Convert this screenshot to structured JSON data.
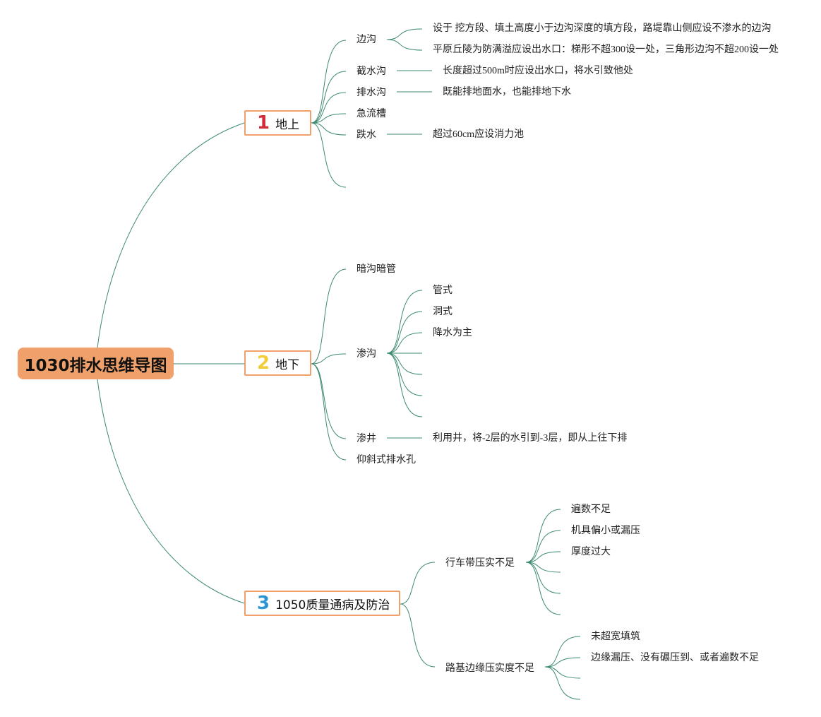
{
  "colors": {
    "root_fill": "#f0a06a",
    "branch_border": "#f0a06a",
    "link": "#3d8a72",
    "num1": "#d22b3a",
    "num2": "#f2cc3a",
    "num3": "#2d95d4"
  },
  "root": {
    "label": "1030排水思维导图"
  },
  "branches": [
    {
      "num": "1",
      "label": "地上",
      "children": [
        {
          "label": "边沟",
          "children": [
            {
              "label": "设于 挖方段、填土高度小于边沟深度的填方段，路堤靠山侧应设不渗水的边沟"
            },
            {
              "label": "平原丘陵为防满溢应设出水口：梯形不超300设一处，三角形边沟不超200设一处"
            }
          ]
        },
        {
          "label": "截水沟",
          "note": "长度超过500m时应设出水口，将水引致他处"
        },
        {
          "label": "排水沟",
          "note": "既能排地面水，也能排地下水"
        },
        {
          "label": "急流槽"
        },
        {
          "label": "跌水",
          "note": "超过60cm应设消力池"
        }
      ]
    },
    {
      "num": "2",
      "label": "地下",
      "children": [
        {
          "label": "暗沟暗管"
        },
        {
          "label": "渗沟",
          "children": [
            {
              "label": "管式"
            },
            {
              "label": "洞式"
            },
            {
              "label": "降水为主"
            }
          ]
        },
        {
          "label": "渗井",
          "note": "利用井，将-2层的水引到-3层，即从上往下排"
        },
        {
          "label": "仰斜式排水孔"
        }
      ]
    },
    {
      "num": "3",
      "label": "1050质量通病及防治",
      "children": [
        {
          "label": "行车带压实不足",
          "children": [
            {
              "label": "遍数不足"
            },
            {
              "label": "机具偏小或漏压"
            },
            {
              "label": "厚度过大"
            }
          ]
        },
        {
          "label": "路基边缘压实度不足",
          "children": [
            {
              "label": "未超宽填筑"
            },
            {
              "label": "边缘漏压、没有碾压到、或者遍数不足"
            }
          ]
        }
      ]
    }
  ]
}
